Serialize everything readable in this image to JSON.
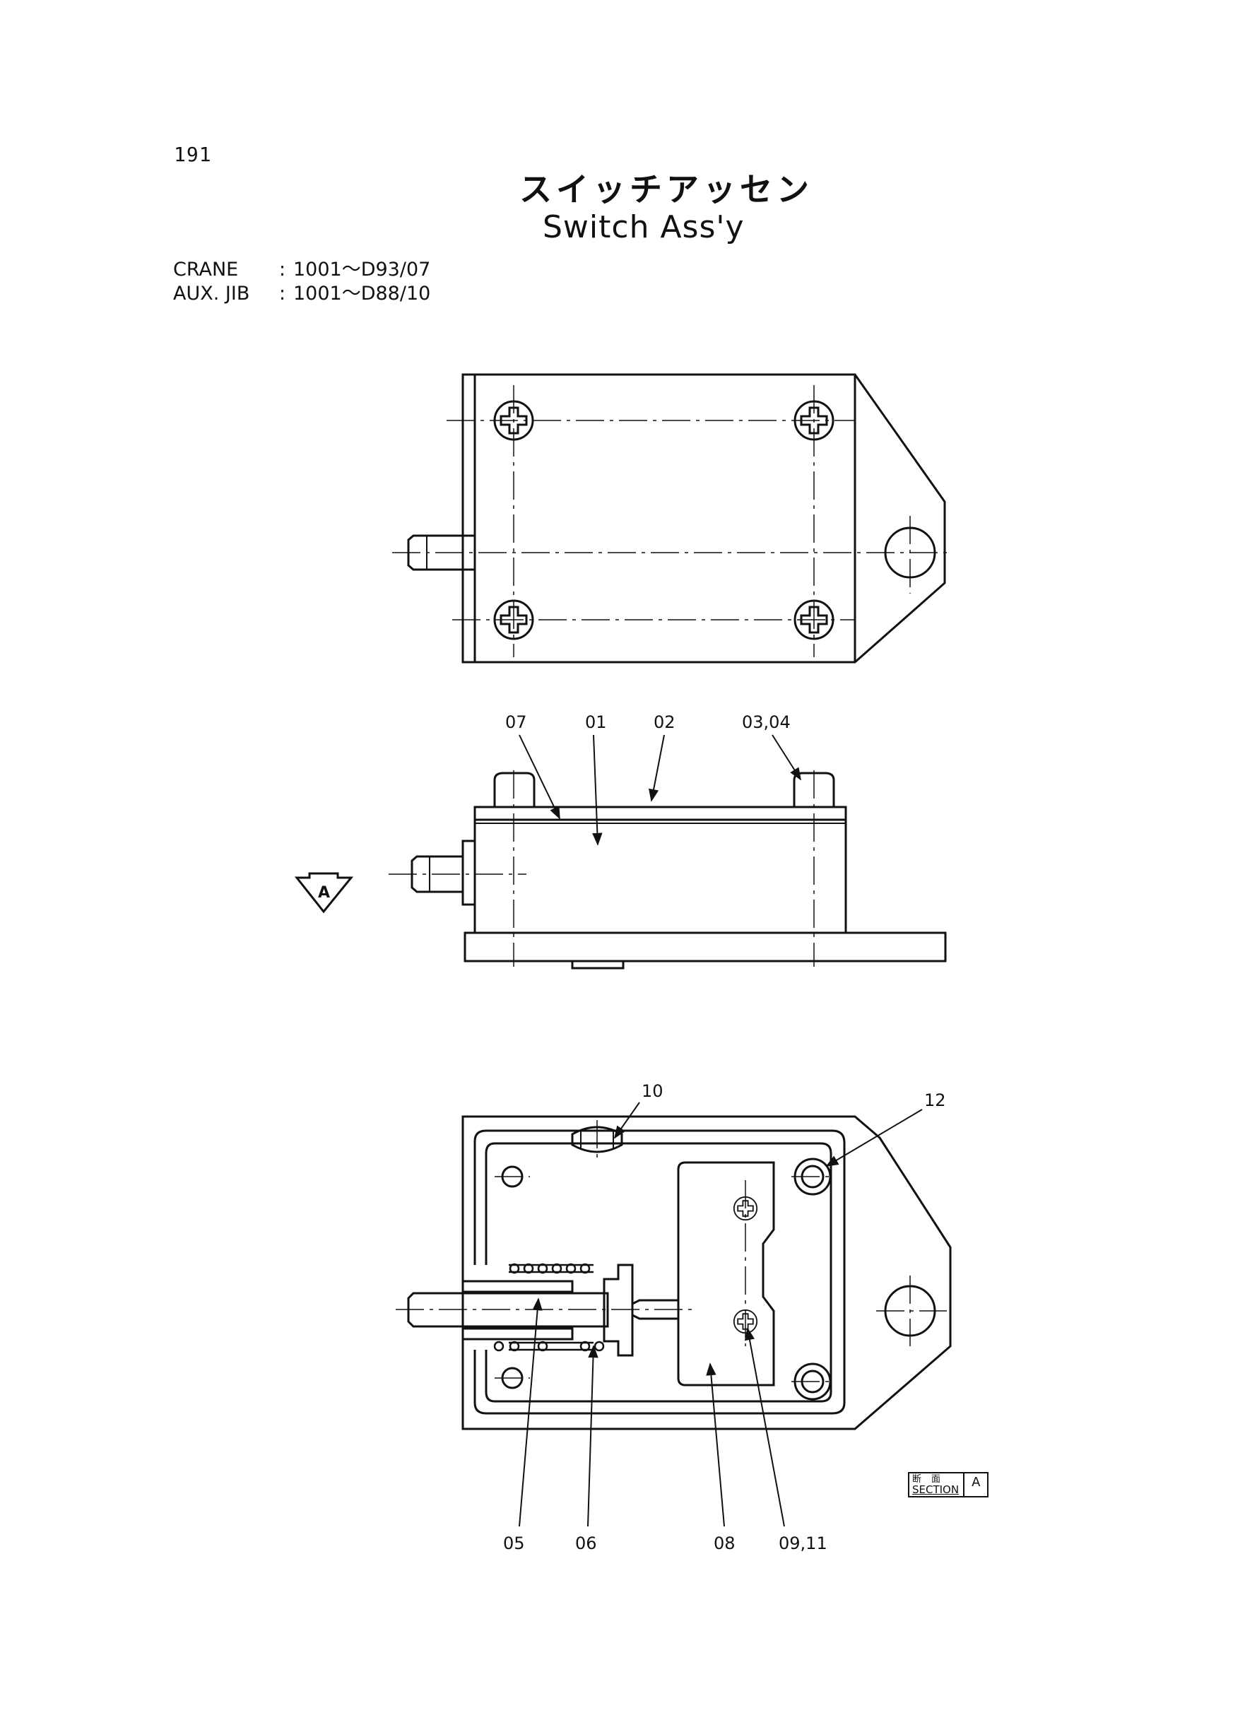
{
  "page_number": "191",
  "title_jp": "スイッチアッセン",
  "title_en": "Switch Ass'y",
  "applicability": [
    {
      "label": "CRANE",
      "separator": ":",
      "range": "1001～D93/07"
    },
    {
      "label": "AUX. JIB",
      "separator": ":",
      "range": "1001～D88/10"
    }
  ],
  "view_arrow_label": "A",
  "callouts": {
    "c07": "07",
    "c01": "01",
    "c02": "02",
    "c0304": "03,04",
    "c10": "10",
    "c12": "12",
    "c05": "05",
    "c06": "06",
    "c08": "08",
    "c0911": "09,11"
  },
  "section_box": {
    "kanji": "断面",
    "word": "SECTION",
    "letter": "A"
  }
}
